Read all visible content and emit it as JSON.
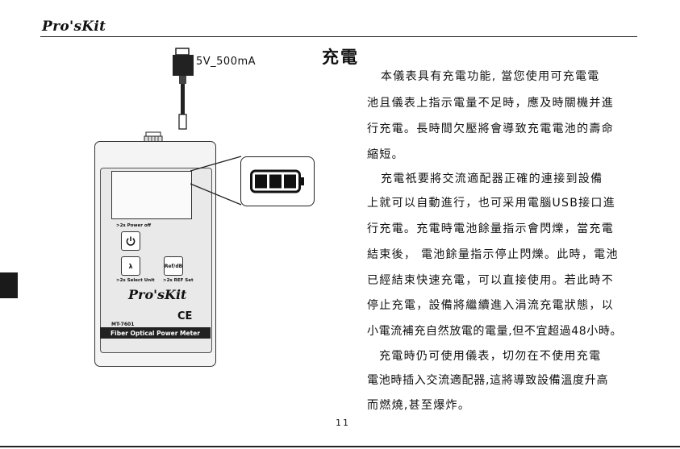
{
  "header": {
    "brand": "Pro'sKit"
  },
  "section": {
    "title": "充電"
  },
  "charger": {
    "label": "5V_500mA"
  },
  "device": {
    "power_label": ">2s Power off",
    "lambda_symbol": "λ",
    "ref_button": "Ref/dB",
    "select_unit_label": ">2s Select Unit",
    "ref_set_label": ">2s REF Set",
    "brand": "Pro'sKit",
    "ce_mark": "CE",
    "model": "MT-7601",
    "product_name": "Fiber Optical Power Meter"
  },
  "battery": {
    "level_bars": 3,
    "max_bars": 3
  },
  "body_lines": [
    "本儀表具有充電功能, 當您使用可充電電",
    "池且儀表上指示電量不足時，應及時關機并進",
    "行充電。長時間欠壓將會導致充電電池的壽命",
    "縮短。",
    "充電祇要將交流適配器正確的連接到設備",
    "上就可以自動進行，也可采用電腦USB接口進",
    "行充電。充電時電池餘量指示會閃爍，當充電",
    "結束後， 電池餘量指示停止閃爍。此時，電池",
    "已經結束快速充電，可以直接使用。若此時不",
    "停止充電，設備將繼續進入涓流充電狀態，以",
    "小電流補充自然放電的電量,但不宜超過48小時。",
    "充電時仍可使用儀表，切勿在不使用充電",
    "電池時插入交流適配器,這將導致設備溫度升高",
    "而燃燒,甚至爆炸。"
  ],
  "page": {
    "number": "11"
  }
}
